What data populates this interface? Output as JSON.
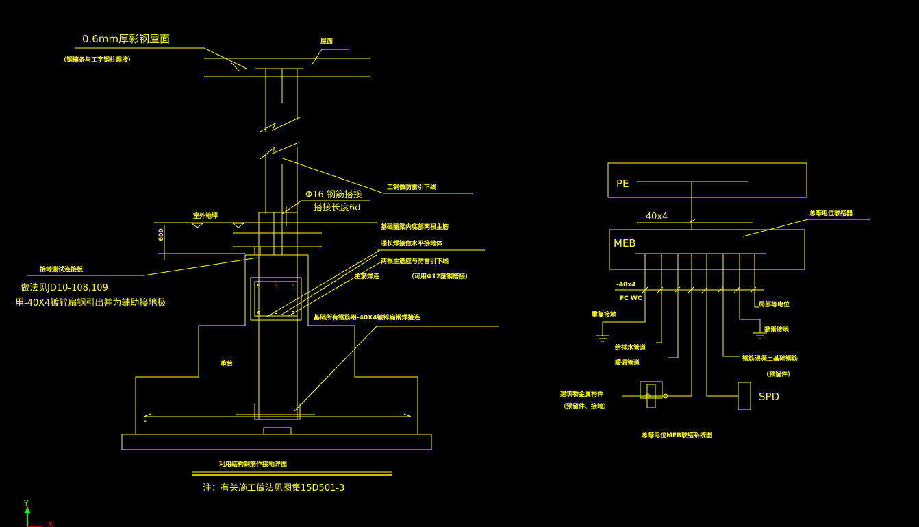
{
  "colors": {
    "background": "#000000",
    "drawing": "#ffff00",
    "axis_y": "#00ff00",
    "axis_x": "#ff0000"
  },
  "left": {
    "roof_label": "0.6mm厚彩钢屋面",
    "roof_note": "（钢檩条与工字钢柱焊接）",
    "roof_top": "屋面",
    "column_label": "工钢做防雷引下线",
    "rebar_label": "Φ16 钢筋搭接",
    "weld_label": "搭接长度6d",
    "ground_label": "室外地坪",
    "dim_600": "600",
    "rebar_note1": "基础圈梁内底部两根主筋",
    "rebar_note2": "通长焊接做水平接地体",
    "rebar_note3": "两根主筋应与防雷引下线",
    "rebar_note4": "主筋焊连",
    "rebar_note5": "（可用Φ12圆钢搭接）",
    "test_point": "接地测试连接板",
    "ref_jd": "做法见JD10-108,109",
    "flat_steel": "用-40X4镀锌扁钢引出并为辅助接地极",
    "foundation_flat": "基础所有钢筋用-40X4镀锌扁钢焊接连",
    "cap_label": "承台",
    "title": "利用结构钢筋作接地详图",
    "note": "注：有关施工做法见图集15D501-3"
  },
  "right": {
    "pe": "PE",
    "flat1": "-40x4",
    "meb_label": "总等电位联结器",
    "meb": "MEB",
    "flat2": "-40x4",
    "fc_wc": "FC WC",
    "branch1": "重复接地",
    "branch2": "给排水管道",
    "branch3": "暖通管道",
    "branch4": "局部等电位",
    "branch5": "避雷接地",
    "branch6": "钢筋混凝土基础钢筋",
    "branch6b": "（预留件）",
    "branch7": "建筑物金属构件",
    "branch7b": "（预留件、接地）",
    "spd": "SPD",
    "title": "总等电位MEB联结系统图"
  },
  "axis": {
    "y": "Y",
    "x": "X"
  }
}
